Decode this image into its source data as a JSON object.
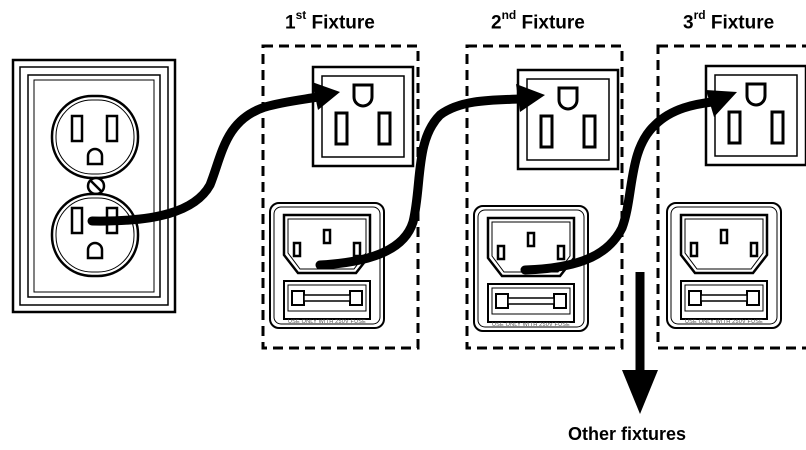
{
  "fixtures": [
    {
      "number": "1",
      "suffix": "st",
      "word": "Fixture"
    },
    {
      "number": "2",
      "suffix": "nd",
      "word": "Fixture"
    },
    {
      "number": "3",
      "suffix": "rd",
      "word": "Fixture"
    }
  ],
  "other_label": "Other fixtures",
  "fuse_text": "USE ONLY WITH 250V FUSE",
  "colors": {
    "stroke": "#000000",
    "background": "#ffffff",
    "fuse_text": "#555555"
  }
}
